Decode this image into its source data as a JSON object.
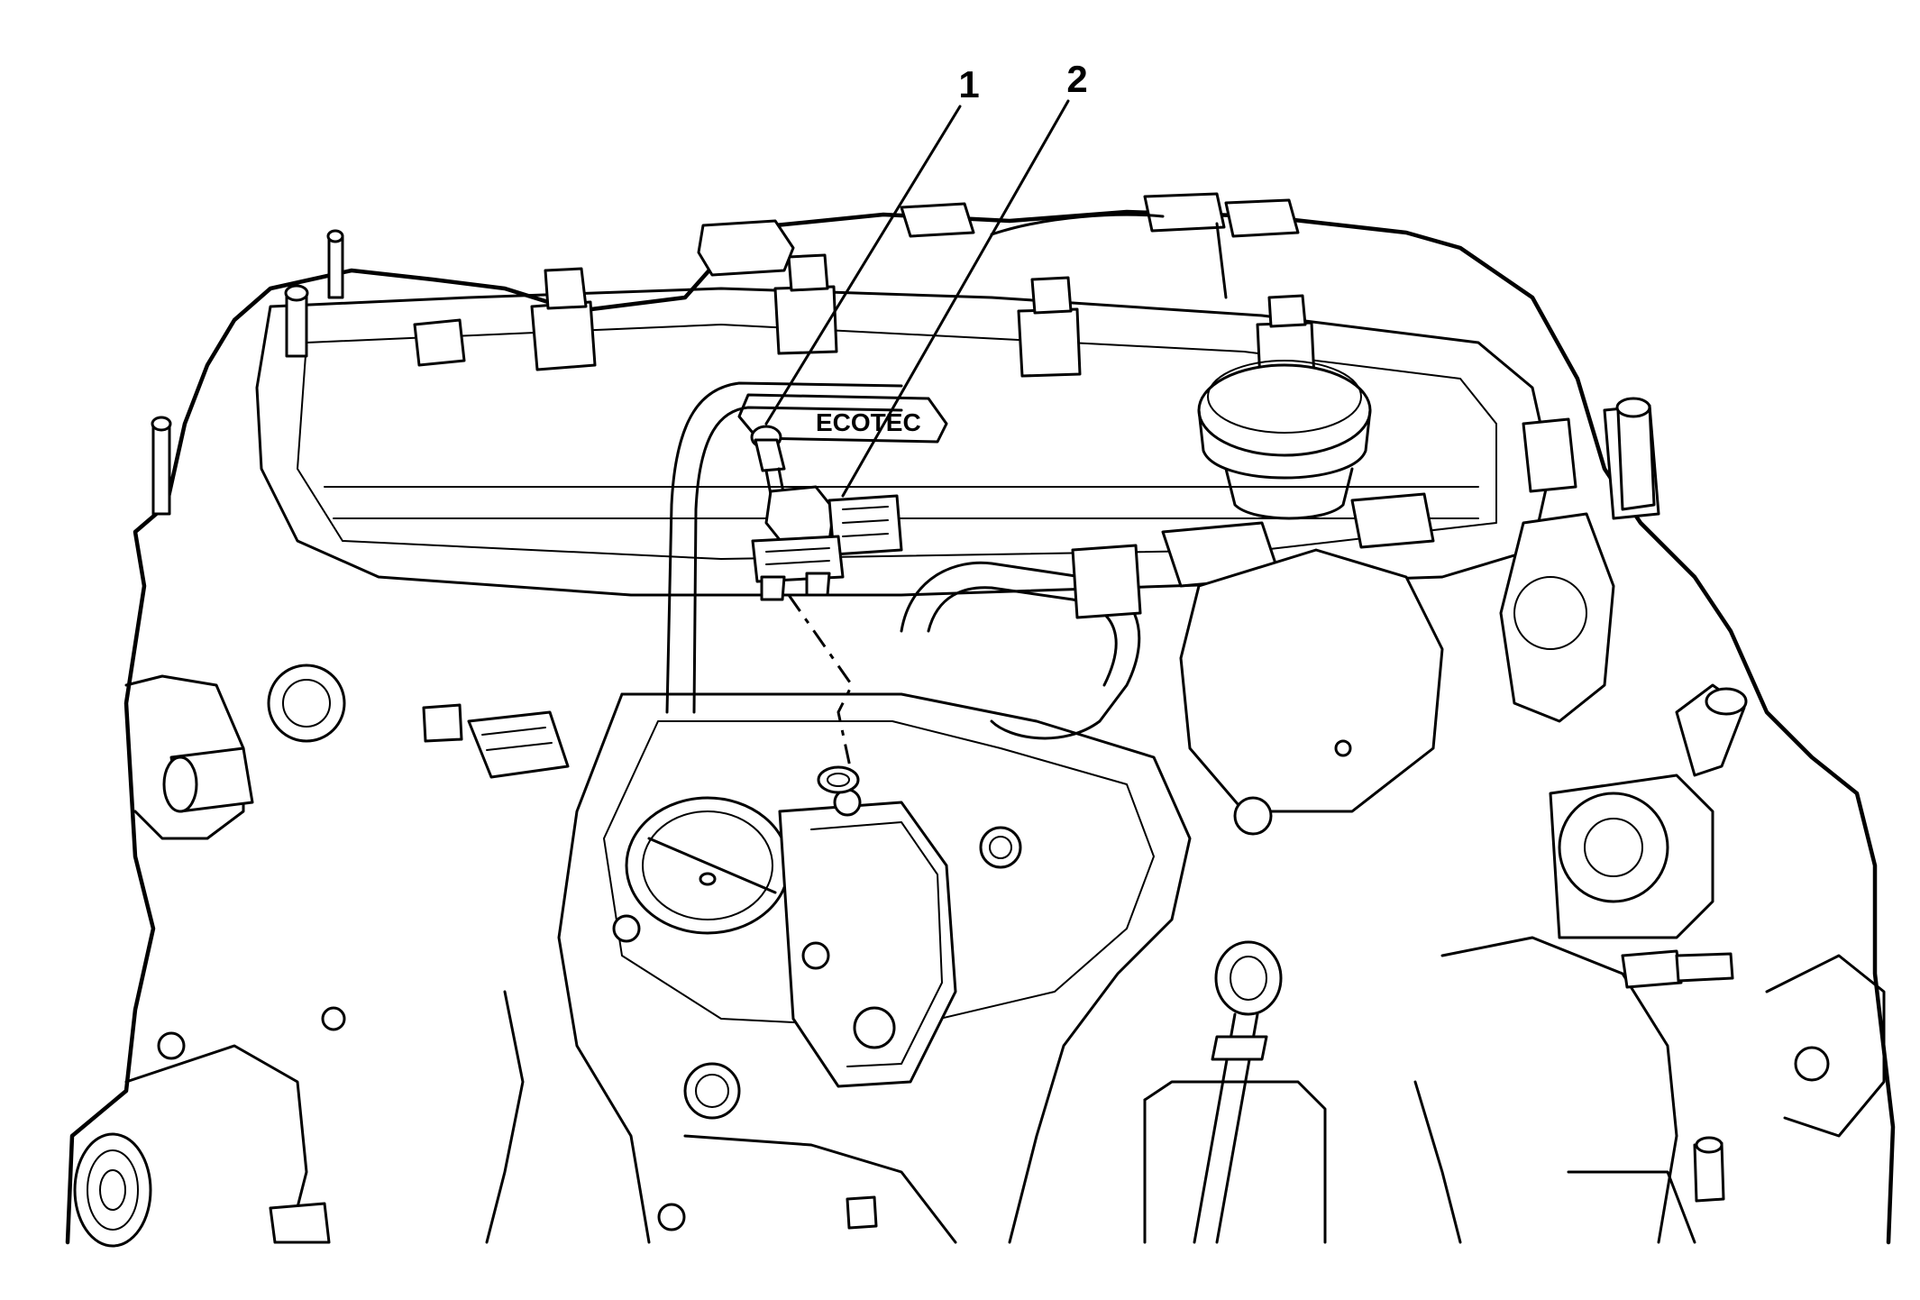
{
  "callouts": [
    {
      "label": "1"
    },
    {
      "label": "2"
    }
  ],
  "brand_plate_text": "ECOTEC",
  "colors": {
    "line": "#000000",
    "background": "#ffffff"
  }
}
